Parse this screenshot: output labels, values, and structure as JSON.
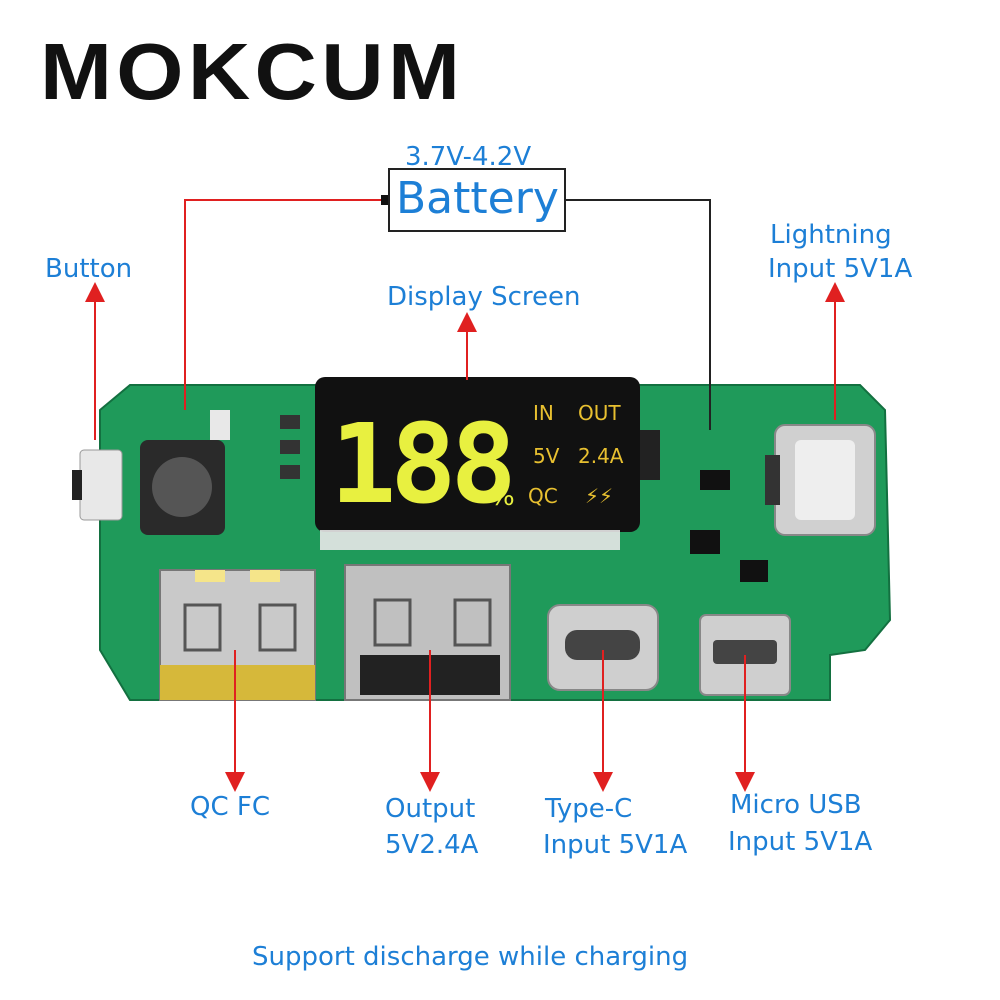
{
  "brand": "MOKCUM",
  "battery": {
    "voltage": "3.7V-4.2V",
    "label": "Battery"
  },
  "labels": {
    "button": "Button",
    "display_screen": "Display Screen",
    "lightning_1": "Lightning",
    "lightning_2": "Input 5V1A",
    "qc_fc": "QC FC",
    "output_1": "Output",
    "output_2": "5V2.4A",
    "typec_1": "Type-C",
    "typec_2": "Input 5V1A",
    "micro_1": "Micro USB",
    "micro_2": "Input 5V1A"
  },
  "display": {
    "digits": "188",
    "percent": "%",
    "in": "IN",
    "out": "OUT",
    "v": "5V",
    "a": "2.4A",
    "qc": "QC",
    "bolt": "⚡⚡"
  },
  "footer": "Support discharge while charging",
  "colors": {
    "label_blue": "#1d7fd6",
    "arrow_red": "#e02020",
    "pcb_green": "#1f9a5a",
    "display_digit": "#e8f040"
  }
}
